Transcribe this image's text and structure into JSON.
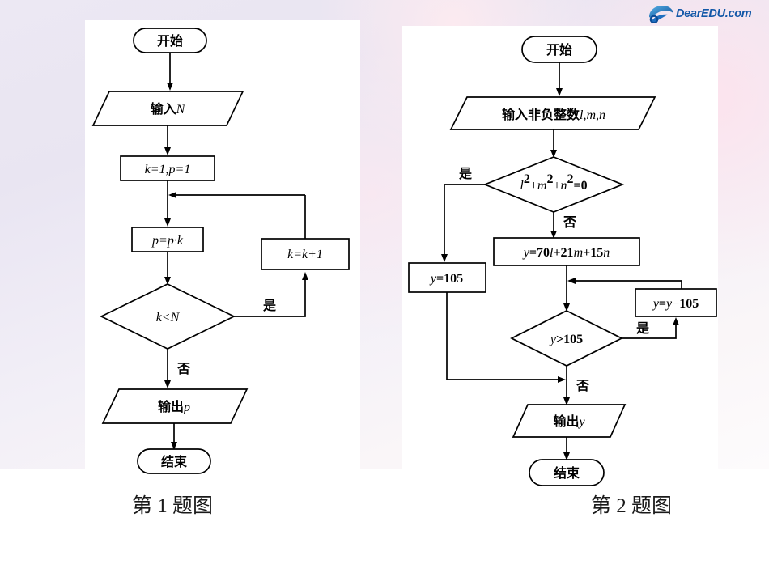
{
  "logo": {
    "brand_text": "DearEDU.com",
    "brand_color": "#1358a8",
    "icon": "swoosh-logo-icon"
  },
  "background": {
    "style": "lavender-pink-gradient",
    "panel_color": "#ffffff"
  },
  "captions": {
    "left": "第 1 题图",
    "right": "第 2 题图"
  },
  "flowchart_1": {
    "title": "第 1 题图",
    "nodes": [
      {
        "id": "start",
        "shape": "terminator",
        "text": "开始"
      },
      {
        "id": "input",
        "shape": "parallelogram",
        "text": "输入N",
        "text_plain": "输入N"
      },
      {
        "id": "init",
        "shape": "rectangle",
        "text": "k=1,p=1"
      },
      {
        "id": "mult",
        "shape": "rectangle",
        "text": "p=p·k"
      },
      {
        "id": "test",
        "shape": "diamond",
        "text": "k<N"
      },
      {
        "id": "incr",
        "shape": "rectangle",
        "text": "k=k+1"
      },
      {
        "id": "output",
        "shape": "parallelogram",
        "text": "输出p"
      },
      {
        "id": "end",
        "shape": "terminator",
        "text": "结束"
      }
    ],
    "edge_labels": {
      "test_yes": "是",
      "test_no": "否"
    }
  },
  "flowchart_2": {
    "title": "第 2 题图",
    "nodes": [
      {
        "id": "start",
        "shape": "terminator",
        "text": "开始"
      },
      {
        "id": "input",
        "shape": "parallelogram",
        "text": "输入非负整数l,m,n"
      },
      {
        "id": "cond1",
        "shape": "diamond",
        "text": "l²+m²+n²=0"
      },
      {
        "id": "assign1",
        "shape": "rectangle",
        "text": "y=105"
      },
      {
        "id": "compute",
        "shape": "rectangle",
        "text": "y=70l+21m+15n"
      },
      {
        "id": "cond2",
        "shape": "diamond",
        "text": "y>105"
      },
      {
        "id": "reduce",
        "shape": "rectangle",
        "text": "y=y−105"
      },
      {
        "id": "output",
        "shape": "parallelogram",
        "text": "输出y"
      },
      {
        "id": "end",
        "shape": "terminator",
        "text": "结束"
      }
    ],
    "edge_labels": {
      "cond1_yes": "是",
      "cond1_no": "否",
      "cond2_yes": "是",
      "cond2_no": "否"
    }
  },
  "text_atoms": {
    "kai_shi": "开始",
    "jie_shu": "结束",
    "shu_ru": "输入",
    "shu_chu": "输出",
    "shi": "是",
    "fou": "否",
    "shu_ru_fei_fu_zheng_shu": "输入非负整数",
    "N": "N",
    "p": "p",
    "y": "y",
    "k1p1": "k=1,p=1",
    "ppk": "p=p·k",
    "kltN": "k<N",
    "kk1": "k=k+1",
    "lmn": "l,m,n",
    "cond1": "l²+m²+n²=0",
    "compute": "y=70l+21m+15n",
    "y105": "y=105",
    "ygt105": "y>105",
    "yminus105": "y=y−105"
  }
}
